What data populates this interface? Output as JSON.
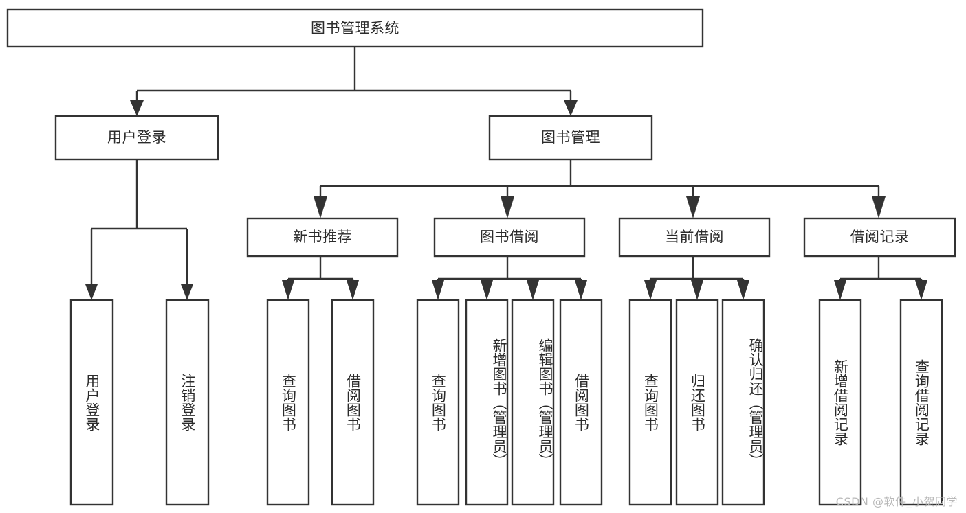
{
  "diagram": {
    "title": "图书管理系统",
    "type": "tree",
    "watermark": "CSDN @软件_小贺同学",
    "colors": {
      "stroke": "#333333",
      "fill": "#ffffff",
      "text": "#2b2b2b",
      "watermark": "#b9b9b9",
      "background": "#ffffff"
    },
    "root": {
      "label": "图书管理系统"
    },
    "level2": [
      {
        "label": "用户登录"
      },
      {
        "label": "图书管理"
      }
    ],
    "level3": [
      {
        "label": "新书推荐"
      },
      {
        "label": "图书借阅"
      },
      {
        "label": "当前借阅"
      },
      {
        "label": "借阅记录"
      }
    ],
    "leaves": [
      {
        "label": "用户登录",
        "parent": "用户登录"
      },
      {
        "label": "注销登录",
        "parent": "用户登录"
      },
      {
        "label": "查询图书",
        "parent": "新书推荐"
      },
      {
        "label": "借阅图书",
        "parent": "新书推荐"
      },
      {
        "label": "查询图书",
        "parent": "图书借阅"
      },
      {
        "label": "新增图书（管理员）",
        "parent": "图书借阅"
      },
      {
        "label": "编辑图书（管理员）",
        "parent": "图书借阅"
      },
      {
        "label": "借阅图书",
        "parent": "图书借阅"
      },
      {
        "label": "查询图书",
        "parent": "当前借阅"
      },
      {
        "label": "归还图书",
        "parent": "当前借阅"
      },
      {
        "label": "确认归还（管理员）",
        "parent": "当前借阅"
      },
      {
        "label": "新增借阅记录",
        "parent": "借阅记录"
      },
      {
        "label": "查询借阅记录",
        "parent": "借阅记录"
      }
    ]
  },
  "chart_data": {
    "type": "table",
    "title": "图书管理系统",
    "hierarchy": [
      {
        "label": "图书管理系统",
        "children": [
          {
            "label": "用户登录",
            "children": [
              {
                "label": "用户登录"
              },
              {
                "label": "注销登录"
              }
            ]
          },
          {
            "label": "图书管理",
            "children": [
              {
                "label": "新书推荐",
                "children": [
                  {
                    "label": "查询图书"
                  },
                  {
                    "label": "借阅图书"
                  }
                ]
              },
              {
                "label": "图书借阅",
                "children": [
                  {
                    "label": "查询图书"
                  },
                  {
                    "label": "新增图书（管理员）"
                  },
                  {
                    "label": "编辑图书（管理员）"
                  },
                  {
                    "label": "借阅图书"
                  }
                ]
              },
              {
                "label": "当前借阅",
                "children": [
                  {
                    "label": "查询图书"
                  },
                  {
                    "label": "归还图书"
                  },
                  {
                    "label": "确认归还（管理员）"
                  }
                ]
              },
              {
                "label": "借阅记录",
                "children": [
                  {
                    "label": "新增借阅记录"
                  },
                  {
                    "label": "查询借阅记录"
                  }
                ]
              }
            ]
          }
        ]
      }
    ]
  }
}
